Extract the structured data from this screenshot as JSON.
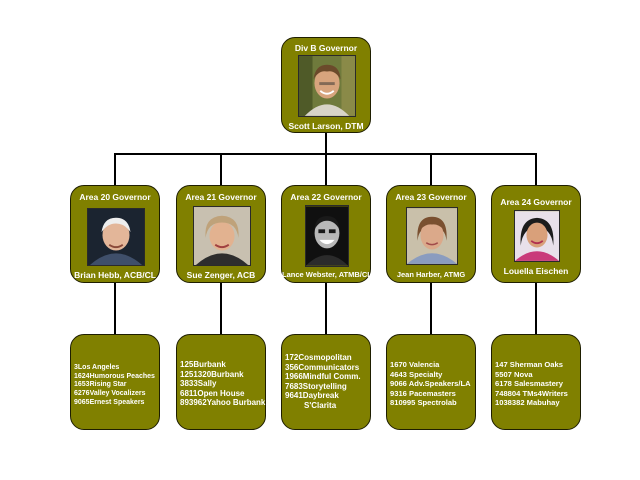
{
  "governor": {
    "title": "Div B Governor",
    "name": "Scott Larson, DTM"
  },
  "areas": [
    {
      "title": "Area 20 Governor",
      "name": "Brian Hebb, ACB/CL",
      "clubs": [
        "3Los Angeles",
        "1624Humorous Peaches",
        "1653Rising Star",
        "6276Valley Vocalizers",
        "9065Ernest Speakers"
      ]
    },
    {
      "title": "Area 21 Governor",
      "name": "Sue Zenger, ACB",
      "clubs": [
        "125Burbank",
        "1251320Burbank",
        "3833Sally",
        "6811Open House",
        "893962Yahoo Burbank"
      ]
    },
    {
      "title": "Area 22 Governor",
      "name": "Lance Webster, ATMB/CL",
      "clubs": [
        "172Cosmopolitan",
        "356Communicators",
        "1966Mindful Comm.",
        "7683Storytelling",
        "9641Daybreak",
        "S'Clarita"
      ]
    },
    {
      "title": "Area 23 Governor",
      "name": "Jean Harber, ATMG",
      "clubs": [
        "1670 Valencia",
        "4643 Specialty",
        "9066 Adv.Speakers/LA",
        "9316 Pacemasters",
        "810995 Spectrolab"
      ]
    },
    {
      "title": "Area 24 Governor",
      "name": "Louella Eischen",
      "clubs": [
        "147 Sherman Oaks",
        "5507 Nova",
        "6178 Salesmastery",
        "748804 TMs4Writers",
        "1038382 Mabuhay"
      ]
    }
  ],
  "colors": {
    "box_fill": "#808000",
    "box_border": "#1e1e00",
    "text": "#ffffff",
    "lines": "#000000"
  }
}
